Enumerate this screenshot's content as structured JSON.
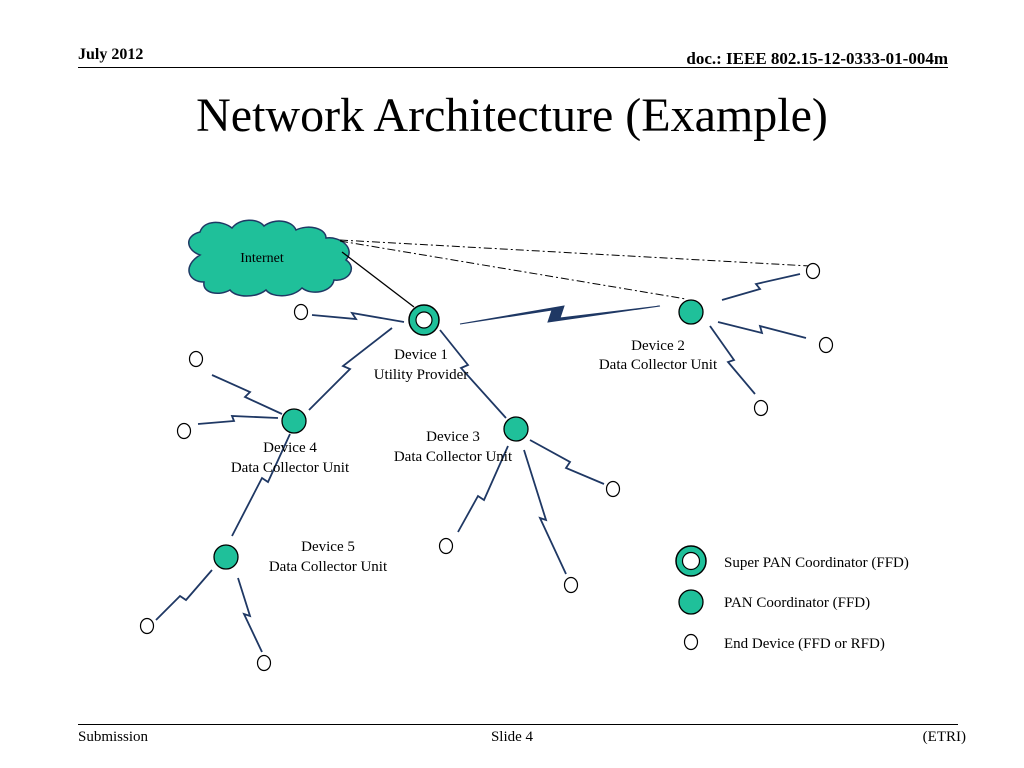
{
  "header": {
    "date": "July 2012",
    "doc_id": "doc.: IEEE 802.15-12-0333-01-004m"
  },
  "title": "Network Architecture (Example)",
  "diagram": {
    "cloud_label": "Internet",
    "devices": [
      {
        "name": "Device 1",
        "role": "Utility Provider"
      },
      {
        "name": "Device 2",
        "role": "Data Collector Unit"
      },
      {
        "name": "Device 3",
        "role": "Data Collector Unit"
      },
      {
        "name": "Device 4",
        "role": "Data Collector Unit"
      },
      {
        "name": "Device 5",
        "role": "Data Collector Unit"
      }
    ],
    "legend": [
      {
        "label": "Super PAN Coordinator (FFD)"
      },
      {
        "label": "PAN Coordinator (FFD)"
      },
      {
        "label": "End Device (FFD or RFD)"
      }
    ],
    "colors": {
      "coordinator_fill": "#1fc09a",
      "link": "#1f3864",
      "outline": "#000000"
    }
  },
  "footer": {
    "left": "Submission",
    "center": "Slide 4",
    "right": "(ETRI)"
  }
}
